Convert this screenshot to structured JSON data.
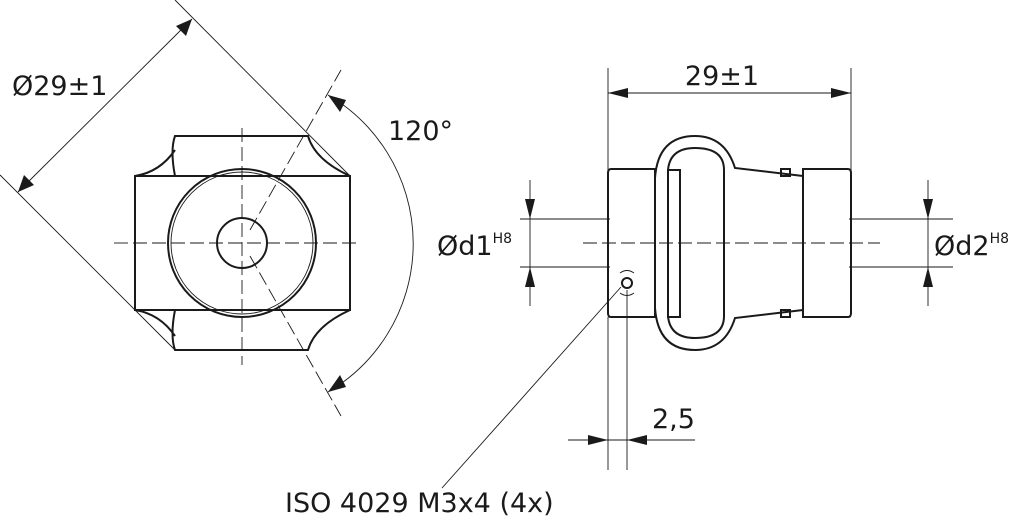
{
  "labels": {
    "outer_diameter": "Ø29±1",
    "angle": "120°",
    "length": "29±1",
    "bore1": "Ød1",
    "bore1_tol": "H8",
    "bore2": "Ød2",
    "bore2_tol": "H8",
    "screw_offset": "2,5",
    "screw_spec": "ISO 4029 M3x4 (4x)"
  }
}
